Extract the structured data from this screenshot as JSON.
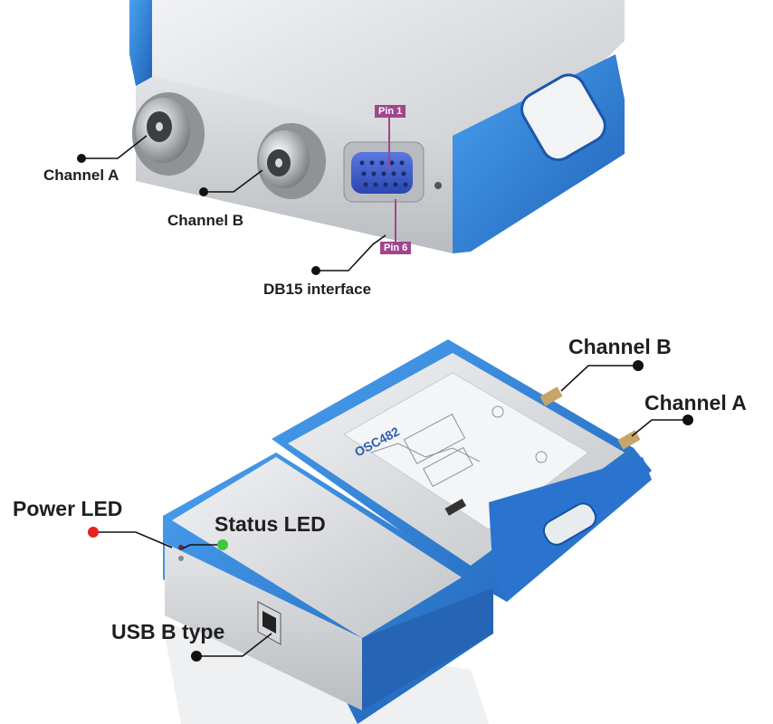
{
  "top_callouts": {
    "channel_a": "Channel A",
    "channel_b": "Channel B",
    "db15": "DB15 interface",
    "pin1": "Pin 1",
    "pin6": "Pin 6"
  },
  "bottom_callouts": {
    "channel_b": "Channel B",
    "channel_a": "Channel A",
    "power_led": "Power LED",
    "status_led": "Status LED",
    "usb": "USB B type"
  },
  "device": {
    "model": "OSC482"
  },
  "colors": {
    "device_blue": "#2f7fd6",
    "callout_pin": "#a0468e",
    "power_led": "#e8221c",
    "status_led": "#3fc63a"
  }
}
